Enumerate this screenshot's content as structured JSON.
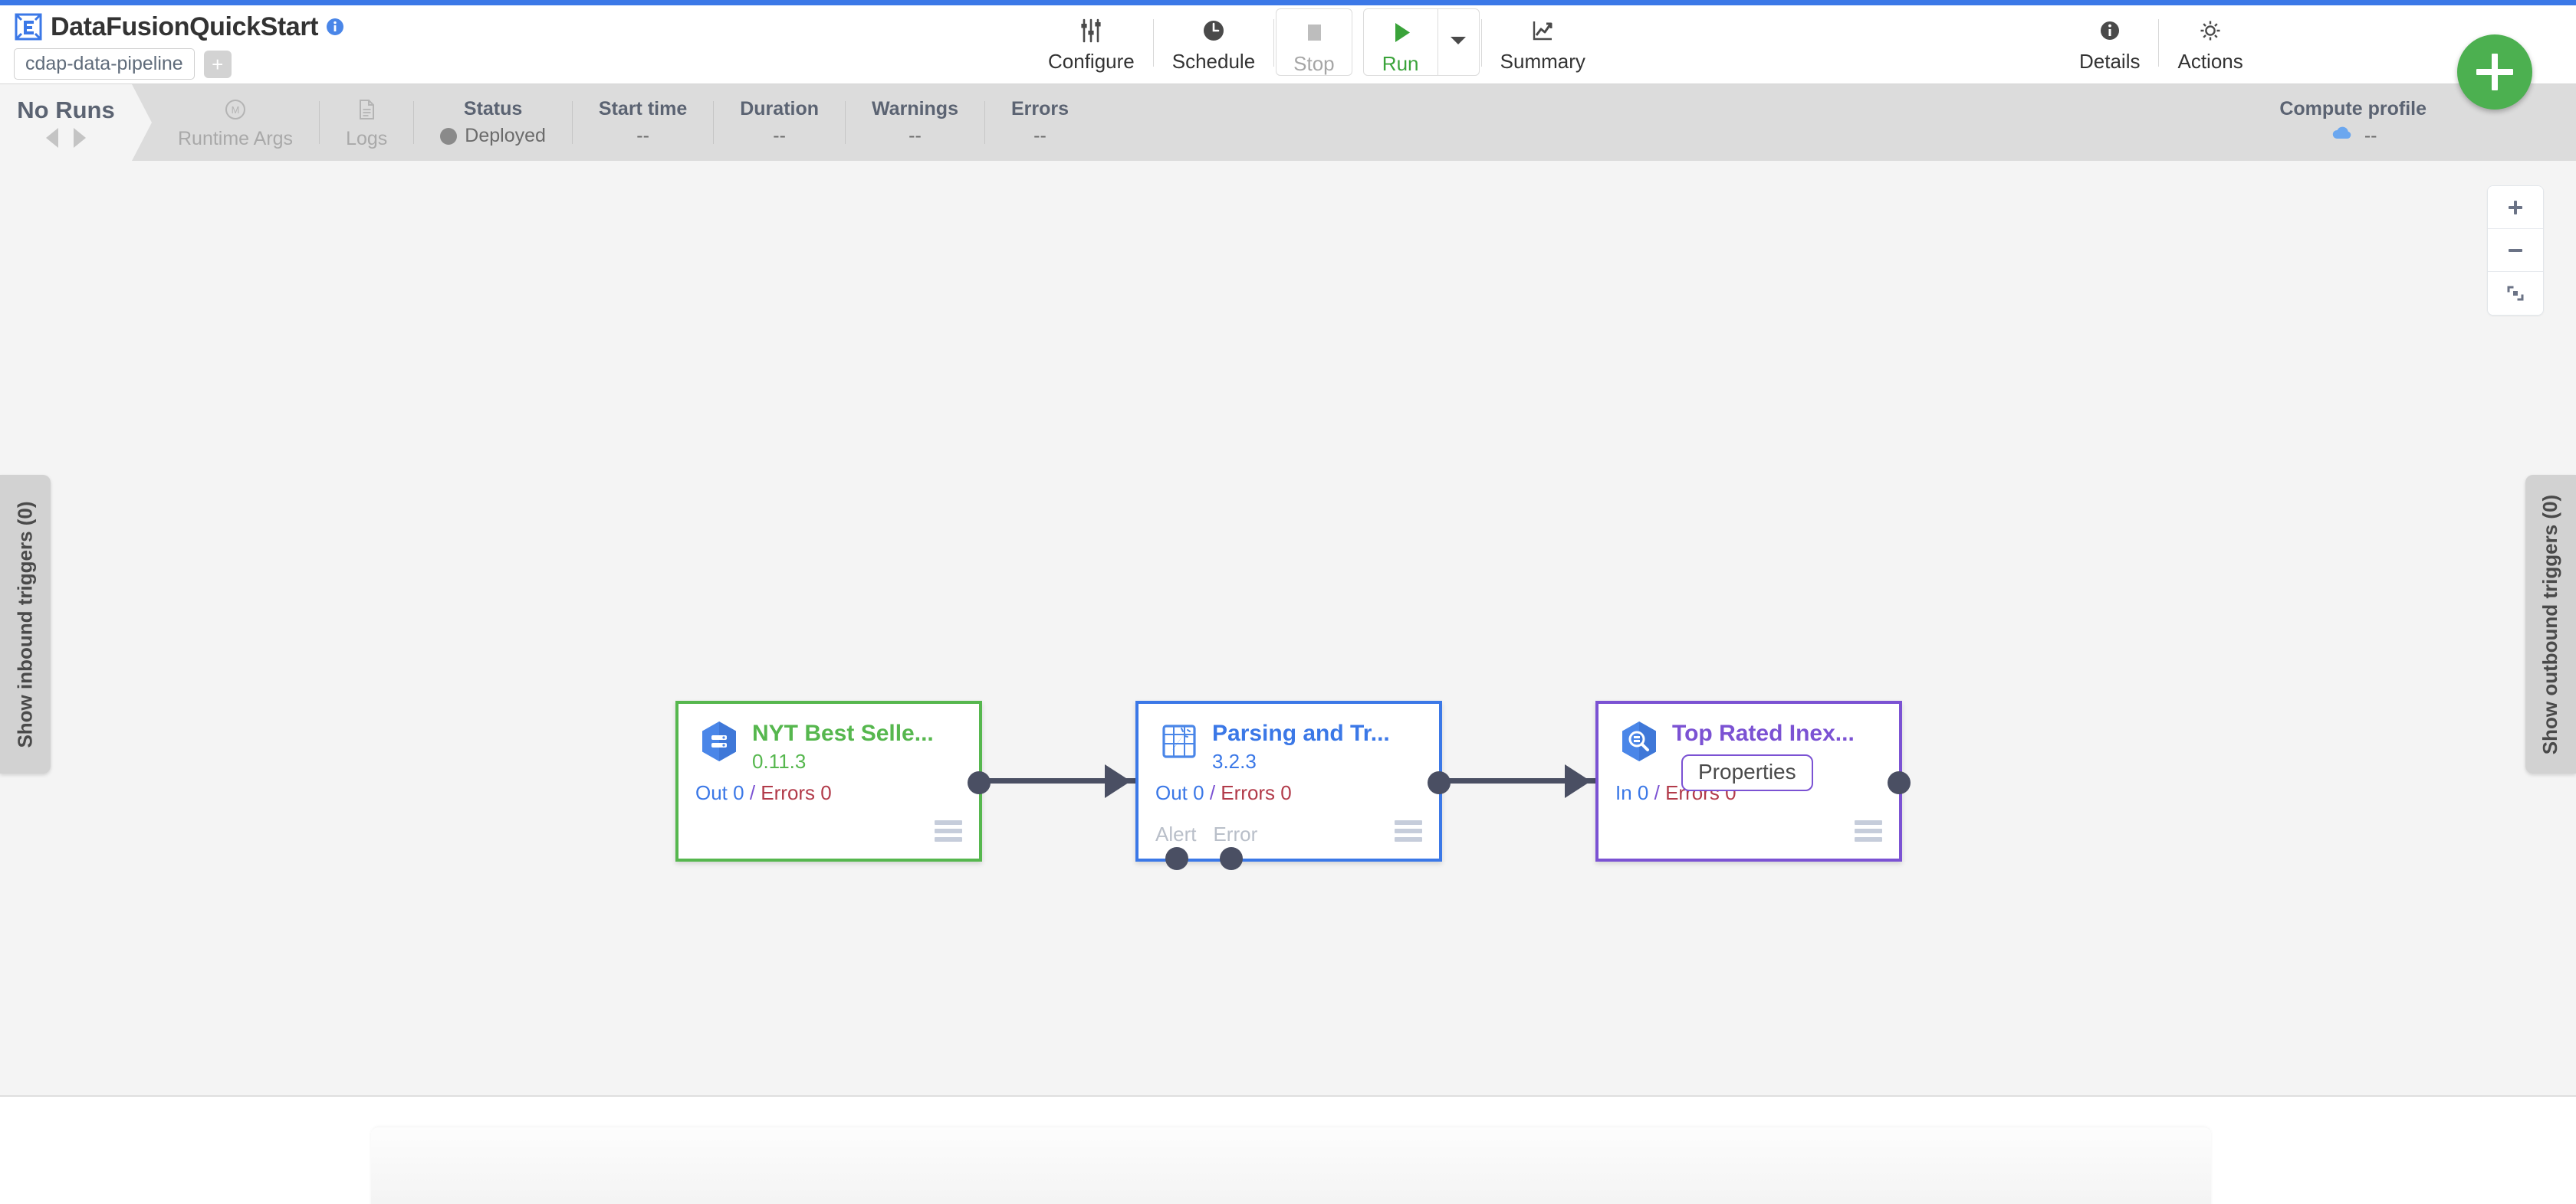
{
  "header": {
    "logo_icon": "cdap-logo-icon",
    "title": "DataFusionQuickStart",
    "info_icon": "info-icon",
    "pipeline_tag": "cdap-data-pipeline",
    "add_tag_label": "+",
    "toolbar": [
      {
        "id": "configure",
        "label": "Configure",
        "icon": "sliders-icon",
        "state": "enabled"
      },
      {
        "id": "schedule",
        "label": "Schedule",
        "icon": "clock-icon",
        "state": "enabled"
      },
      {
        "id": "stop",
        "label": "Stop",
        "icon": "stop-square-icon",
        "state": "disabled"
      },
      {
        "id": "run",
        "label": "Run",
        "icon": "play-triangle-icon",
        "state": "enabled"
      },
      {
        "id": "run-dropdown",
        "label": "",
        "icon": "caret-down-icon",
        "state": "enabled"
      },
      {
        "id": "summary",
        "label": "Summary",
        "icon": "chart-line-icon",
        "state": "enabled"
      }
    ],
    "toolbar_right": [
      {
        "id": "details",
        "label": "Details",
        "icon": "info-circle-icon"
      },
      {
        "id": "actions",
        "label": "Actions",
        "icon": "gear-icon"
      }
    ],
    "fab": {
      "label": "+",
      "icon": "plus-icon",
      "color": "#4cb050"
    }
  },
  "statusbar": {
    "runs_label": "No Runs",
    "prev_icon": "triangle-left-icon",
    "next_icon": "triangle-right-icon",
    "items": [
      {
        "id": "runtime-args",
        "head": "Runtime Args",
        "value": "",
        "icon": "macro-circle-icon",
        "dim": true
      },
      {
        "id": "logs",
        "head": "Logs",
        "value": "",
        "icon": "document-icon",
        "dim": true
      },
      {
        "id": "status",
        "head": "Status",
        "value": "Deployed",
        "icon": "status-dot-icon",
        "dim": false
      },
      {
        "id": "start-time",
        "head": "Start time",
        "value": "--",
        "dim": false
      },
      {
        "id": "duration",
        "head": "Duration",
        "value": "--",
        "dim": false
      },
      {
        "id": "warnings",
        "head": "Warnings",
        "value": "--",
        "dim": false
      },
      {
        "id": "errors",
        "head": "Errors",
        "value": "--",
        "dim": false
      }
    ],
    "compute_profile": {
      "head": "Compute profile",
      "value": "--",
      "icon": "cloud-icon"
    }
  },
  "canvas": {
    "zoom_controls": [
      {
        "id": "zoom-in",
        "icon": "plus-icon"
      },
      {
        "id": "zoom-out",
        "icon": "minus-icon"
      },
      {
        "id": "fit-to-screen",
        "icon": "fit-screen-icon"
      }
    ],
    "inbound_trigger_label": "Show inbound triggers (0)",
    "outbound_trigger_label": "Show outbound triggers (0)",
    "nodes": [
      {
        "id": "node-source",
        "title": "NYT Best Selle...",
        "version": "0.11.3",
        "metrics_prefix": "Out 0",
        "metrics_errors": "Errors 0",
        "icon": "bigquery-source-icon",
        "accent": "#56b74e",
        "ports": []
      },
      {
        "id": "node-transform",
        "title": "Parsing and Tr...",
        "version": "3.2.3",
        "metrics_prefix": "Out 0",
        "metrics_errors": "Errors 0",
        "icon": "wrangler-transform-icon",
        "accent": "#3b78e7",
        "ports": [
          "Alert",
          "Error"
        ]
      },
      {
        "id": "node-sink",
        "title": "Top Rated Inex...",
        "version": "",
        "metrics_prefix": "In 0",
        "metrics_errors": "Errors 0",
        "icon": "bigquery-sink-icon",
        "accent": "#7b52d3",
        "tooltip": "Properties",
        "ports": []
      }
    ]
  }
}
